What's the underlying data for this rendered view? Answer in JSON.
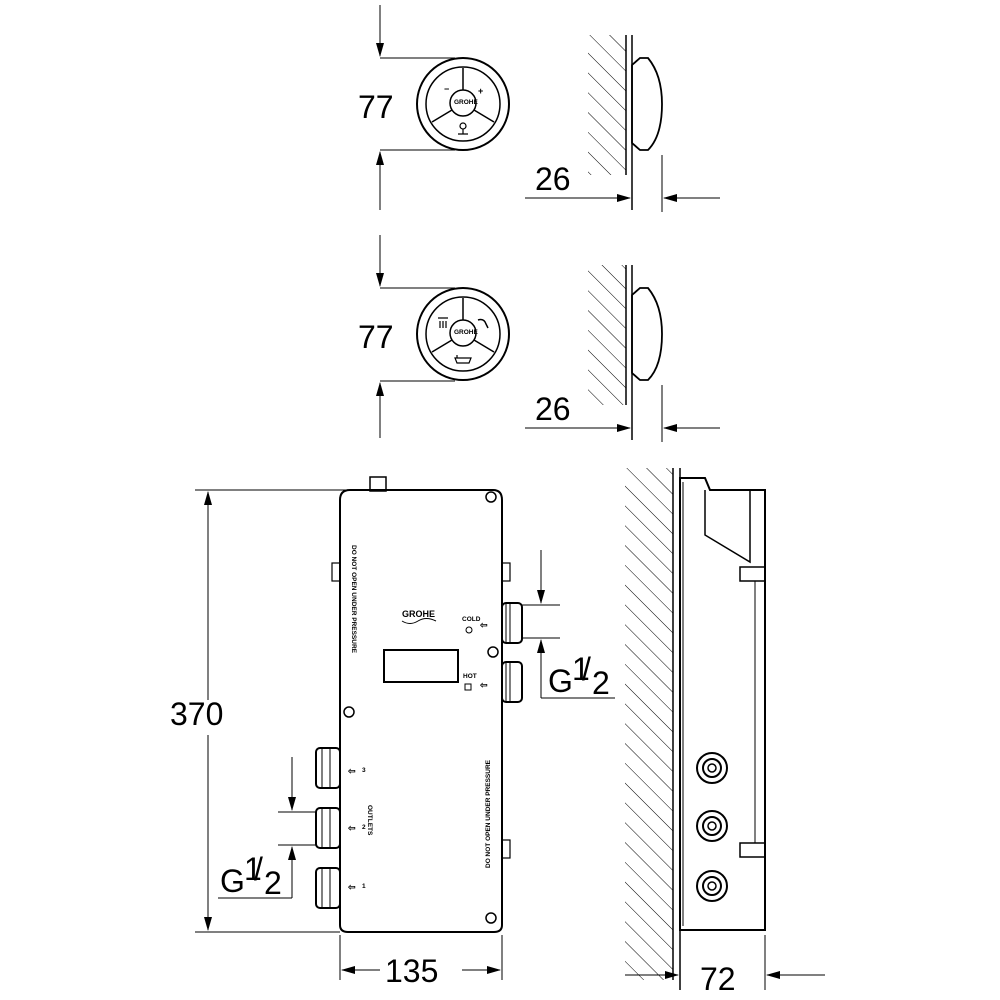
{
  "dimensions": {
    "top_button_diameter": "77",
    "top_button_depth": "26",
    "mid_button_diameter": "77",
    "mid_button_depth": "26",
    "box_height": "370",
    "box_width": "135",
    "box_depth": "72",
    "inlet_thread_main": "G",
    "inlet_thread_sup": "1",
    "inlet_thread_sub": "2",
    "outlet_thread_main": "G",
    "outlet_thread_sup": "1",
    "outlet_thread_sub": "2"
  },
  "box_labels": {
    "brand": "GROHE",
    "cold": "COLD",
    "hot": "HOT",
    "outlets": "OUTLETS",
    "outlet_1": "1",
    "outlet_2": "2",
    "outlet_3": "3",
    "warning_top": "DO NOT OPEN UNDER PRESSURE",
    "warning_bottom": "DO NOT OPEN UNDER PRESSURE"
  },
  "button_labels": {
    "minus": "−",
    "plus": "+",
    "brand_small": "GROHE"
  },
  "colors": {
    "line": "#000000",
    "background": "#ffffff"
  }
}
